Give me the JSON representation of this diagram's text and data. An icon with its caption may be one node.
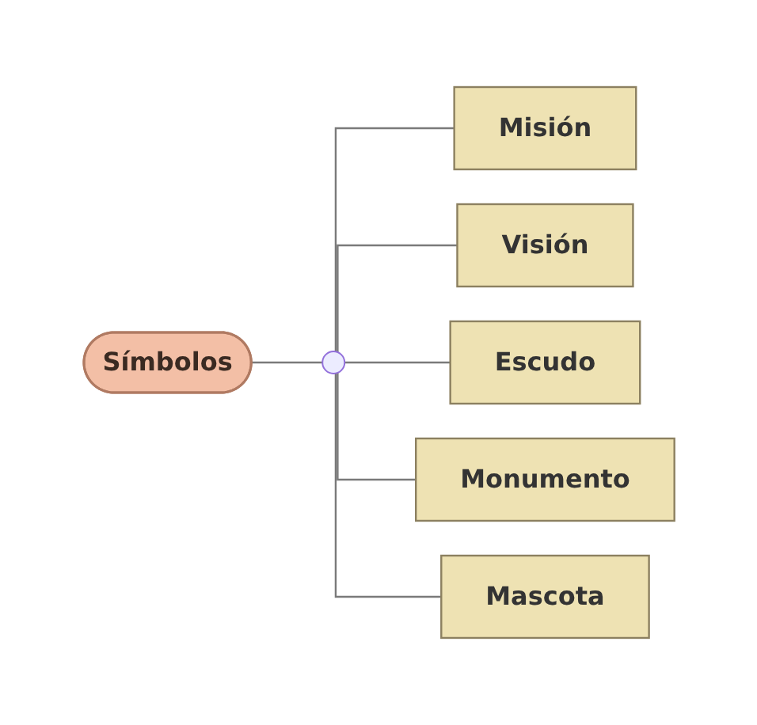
{
  "diagram": {
    "nodes": [
      {
        "text": [
          "Símbolos"
        ]
      },
      {
        "text": [],
        "shape": "circle"
      },
      {
        "text": [
          "Misión"
        ]
      },
      {
        "text": [
          "Visión"
        ]
      },
      {
        "text": [
          "Escudo"
        ]
      },
      {
        "text": [
          "Monumento"
        ]
      },
      {
        "text": [
          "Mascota"
        ]
      }
    ],
    "edges": [
      {
        "from": 0,
        "to": 1,
        "arrow": "none"
      },
      {
        "from": 1,
        "to": 2,
        "arrow": "none"
      },
      {
        "from": 1,
        "to": 3,
        "arrow": "none"
      },
      {
        "from": 1,
        "to": 4,
        "arrow": "none"
      },
      {
        "from": 1,
        "to": 5,
        "arrow": "none"
      },
      {
        "from": 1,
        "to": 6,
        "arrow": "none"
      }
    ]
  }
}
